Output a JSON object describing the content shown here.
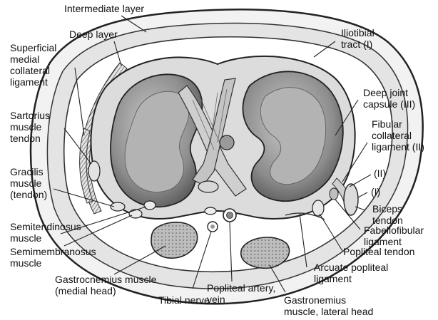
{
  "labels": {
    "intermediate_layer": "Intermediate layer",
    "deep_layer": "Deep layer",
    "iliotibial_tract": "Iliotibial\ntract (I)",
    "superficial_mcl": "Superficial\nmedial\ncollateral\nligament",
    "deep_joint_capsule": "Deep joint\ncapsule (III)",
    "sartorius": "Sartorius\nmuscle\ntendon",
    "fibular_collateral": "Fibular\ncollateral\nligament (II)",
    "layer_ii": "(II)",
    "layer_i": "(I)",
    "gracilis": "Gracilis\nmuscle\n(tendon)",
    "biceps": "Biceps\ntendon",
    "fabellofibular": "Fabellofibular\nligament",
    "semitendinosus": "Semitendinosus\nmuscle",
    "semimembranosus": "Semimembranosus\nmuscle",
    "popliteal_tendon": "Popliteal tendon",
    "arcuate": "Arcuate popliteal\nligament",
    "gastroc_medial": "Gastrocnemius muscle\n(medial head)",
    "popliteal_artery": "Popliteal artery,\nvein",
    "tibial_nerve": "Tibial nerve",
    "gastroc_lateral": "Gastronemius\nmuscle, lateral head"
  }
}
